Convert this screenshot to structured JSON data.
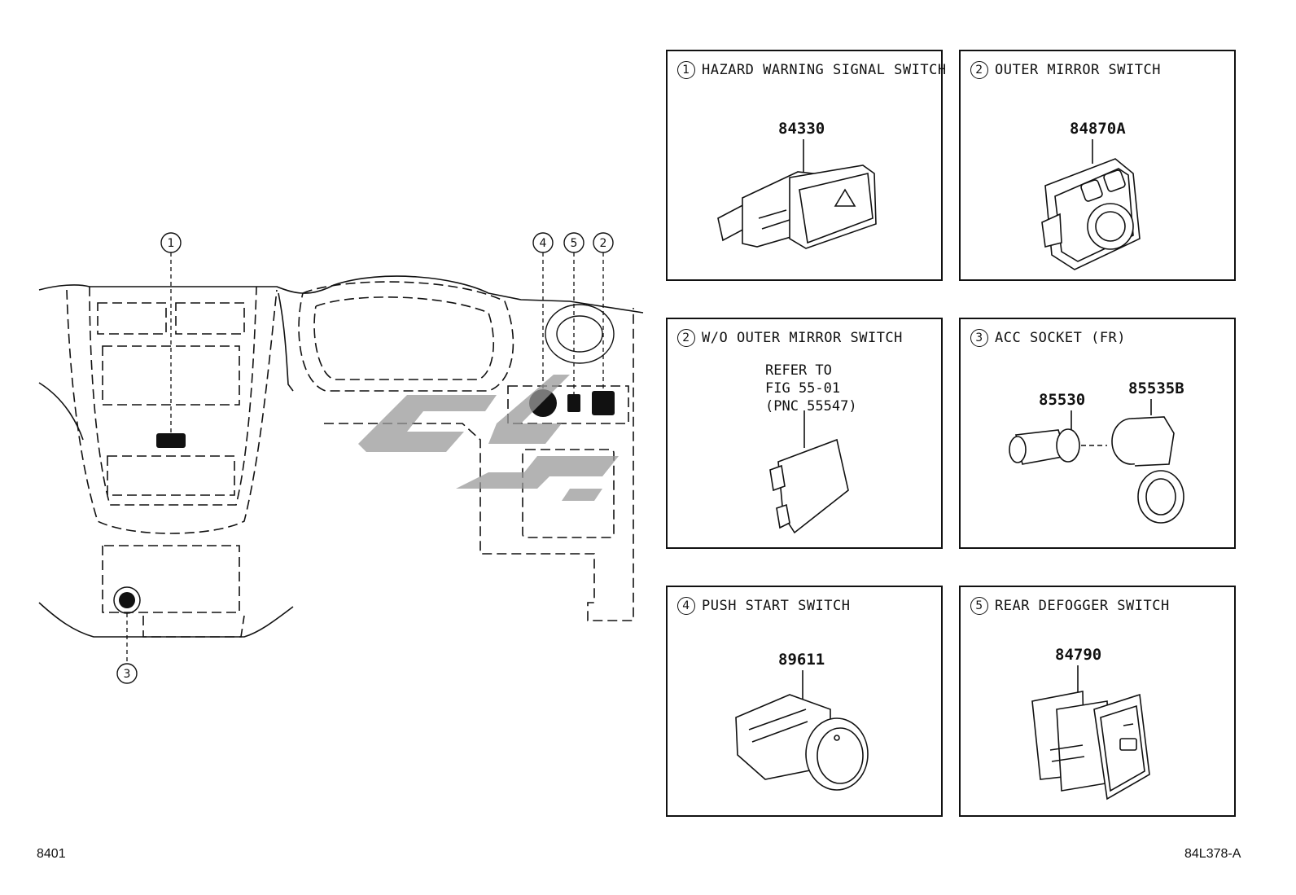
{
  "panels": [
    {
      "num": "1",
      "title": "HAZARD WARNING SIGNAL SWITCH",
      "parts": [
        "84330"
      ]
    },
    {
      "num": "2",
      "title": "OUTER MIRROR SWITCH",
      "parts": [
        "84870A"
      ]
    },
    {
      "num": "2",
      "title": "W/O OUTER MIRROR SWITCH",
      "refer": "REFER TO\nFIG 55-01\n(PNC 55547)"
    },
    {
      "num": "3",
      "title": "ACC SOCKET (FR)",
      "parts": [
        "85530",
        "85535B"
      ]
    },
    {
      "num": "4",
      "title": "PUSH START SWITCH",
      "parts": [
        "89611"
      ]
    },
    {
      "num": "5",
      "title": "REAR DEFOGGER SWITCH",
      "parts": [
        "84790"
      ]
    }
  ],
  "callouts": [
    "1",
    "4",
    "5",
    "2",
    "3"
  ],
  "footer": {
    "left": "8401",
    "right": "84L378-A"
  }
}
